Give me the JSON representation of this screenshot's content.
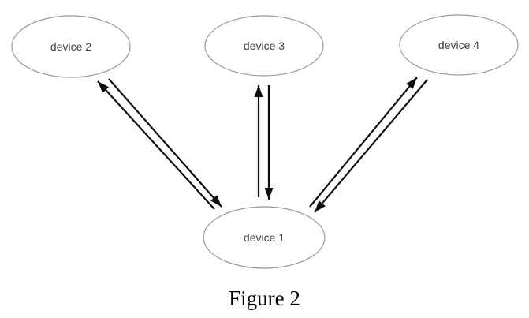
{
  "figure": {
    "caption": "Figure 2",
    "nodes": [
      {
        "id": "device-2",
        "label": "device 2"
      },
      {
        "id": "device-3",
        "label": "device 3"
      },
      {
        "id": "device-4",
        "label": "device 4"
      },
      {
        "id": "device-1",
        "label": "device 1"
      }
    ],
    "edges": [
      {
        "from": "device 1",
        "to": "device 2",
        "direction": "bidirectional"
      },
      {
        "from": "device 1",
        "to": "device 3",
        "direction": "bidirectional"
      },
      {
        "from": "device 1",
        "to": "device 4",
        "direction": "bidirectional"
      }
    ],
    "colors": {
      "background": "#ffffff",
      "ellipse_stroke": "#999999",
      "arrow": "#0d0d0d",
      "label_text": "#3f3f3f",
      "caption_text": "#000000"
    }
  }
}
